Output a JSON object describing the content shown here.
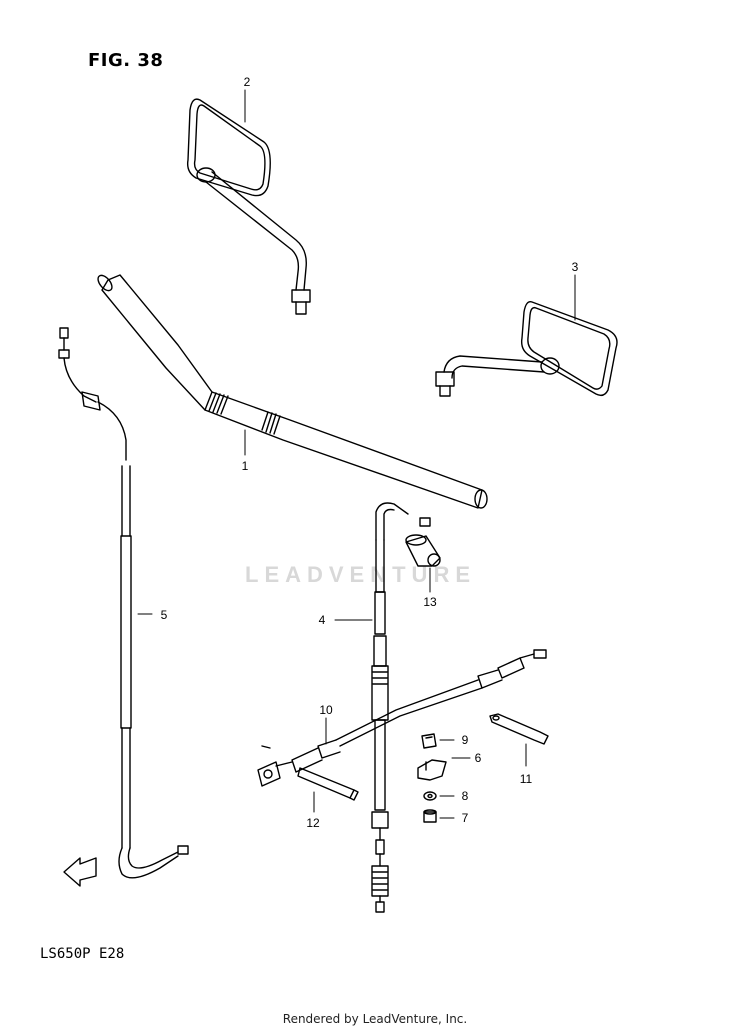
{
  "figure": {
    "title": "FIG. 38",
    "model_code": "LS650P  E28",
    "credit": "Rendered by LeadVenture, Inc.",
    "watermark": "LEADVENTURE"
  },
  "parts": [
    {
      "number": "1"
    },
    {
      "number": "2"
    },
    {
      "number": "3"
    },
    {
      "number": "4"
    },
    {
      "number": "5"
    },
    {
      "number": "6"
    },
    {
      "number": "7"
    },
    {
      "number": "8"
    },
    {
      "number": "9"
    },
    {
      "number": "10"
    },
    {
      "number": "11"
    },
    {
      "number": "12"
    },
    {
      "number": "13"
    }
  ],
  "fwd_arrow": {
    "label": "FWD"
  },
  "colors": {
    "line": "#000000",
    "watermark": "#d8d8d8"
  }
}
